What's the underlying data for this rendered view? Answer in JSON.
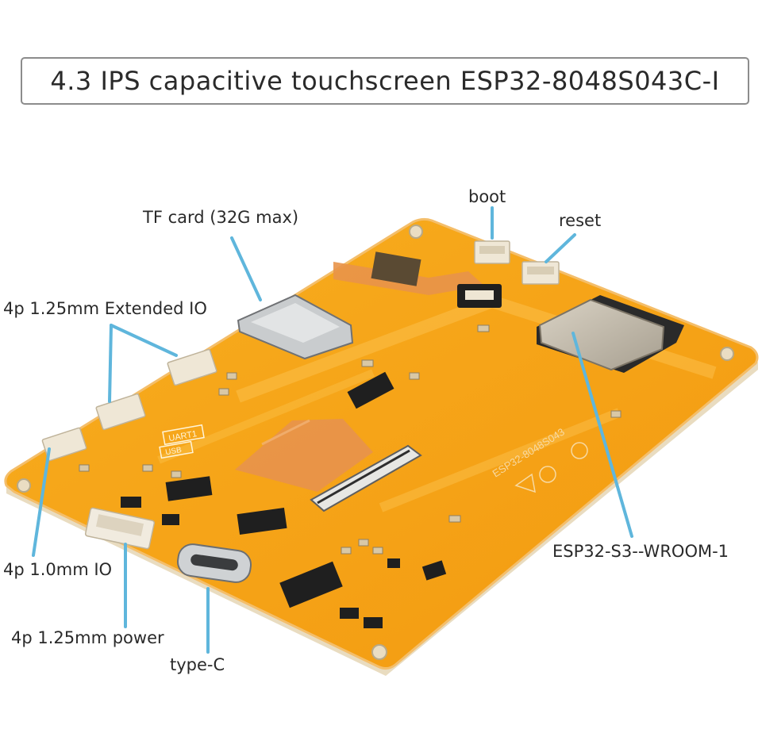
{
  "title": "4.3 IPS capacitive touchscreen ESP32-8048S043C-I",
  "labels": {
    "tf_card": "TF card (32G max)",
    "boot": "boot",
    "reset": "reset",
    "extended_io": "4p 1.25mm Extended IO",
    "io_1mm": "4p 1.0mm IO",
    "power": "4p 1.25mm power",
    "type_c": "type-C",
    "module": "ESP32-S3--WROOM-1"
  },
  "silkscreen": {
    "uart": "UART1",
    "usb": "USB",
    "board_id": "ESP32-8048S043"
  },
  "colors": {
    "board": "#f6a316",
    "board_edge": "#f2b24a",
    "leader_line": "#5fb6dc",
    "ribbon": "#e8934a"
  }
}
